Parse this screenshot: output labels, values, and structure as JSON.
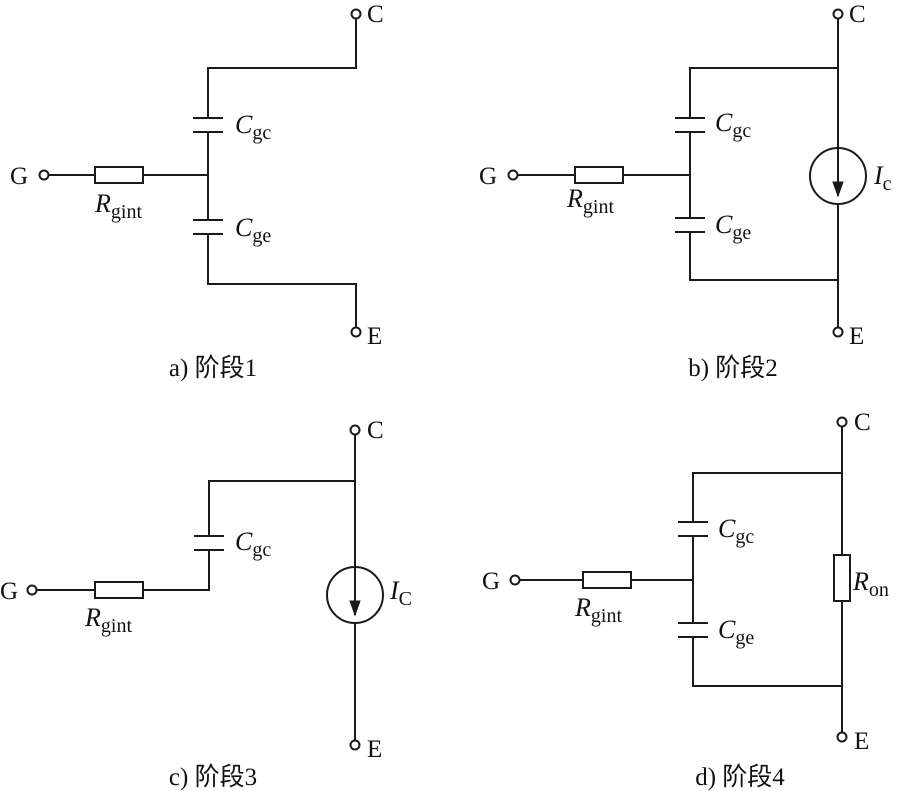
{
  "panels": [
    {
      "caption": "a) 阶段1",
      "terminals": {
        "gate": "G",
        "collector": "C",
        "emitter": "E"
      },
      "r_gint": {
        "symbol": "R",
        "sub": "gint"
      },
      "c_gc": {
        "symbol": "C",
        "sub": "gc"
      },
      "c_ge": {
        "symbol": "C",
        "sub": "ge"
      }
    },
    {
      "caption": "b) 阶段2",
      "terminals": {
        "gate": "G",
        "collector": "C",
        "emitter": "E"
      },
      "r_gint": {
        "symbol": "R",
        "sub": "gint"
      },
      "c_gc": {
        "symbol": "C",
        "sub": "gc"
      },
      "c_ge": {
        "symbol": "C",
        "sub": "ge"
      },
      "source": {
        "symbol": "I",
        "sub": "c"
      }
    },
    {
      "caption": "c) 阶段3",
      "terminals": {
        "gate": "G",
        "collector": "C",
        "emitter": "E"
      },
      "r_gint": {
        "symbol": "R",
        "sub": "gint"
      },
      "c_gc": {
        "symbol": "C",
        "sub": "gc"
      },
      "source": {
        "symbol": "I",
        "sub": "C"
      }
    },
    {
      "caption": "d) 阶段4",
      "terminals": {
        "gate": "G",
        "collector": "C",
        "emitter": "E"
      },
      "r_gint": {
        "symbol": "R",
        "sub": "gint"
      },
      "c_gc": {
        "symbol": "C",
        "sub": "gc"
      },
      "c_ge": {
        "symbol": "C",
        "sub": "ge"
      },
      "r_on": {
        "symbol": "R",
        "sub": "on"
      }
    }
  ]
}
